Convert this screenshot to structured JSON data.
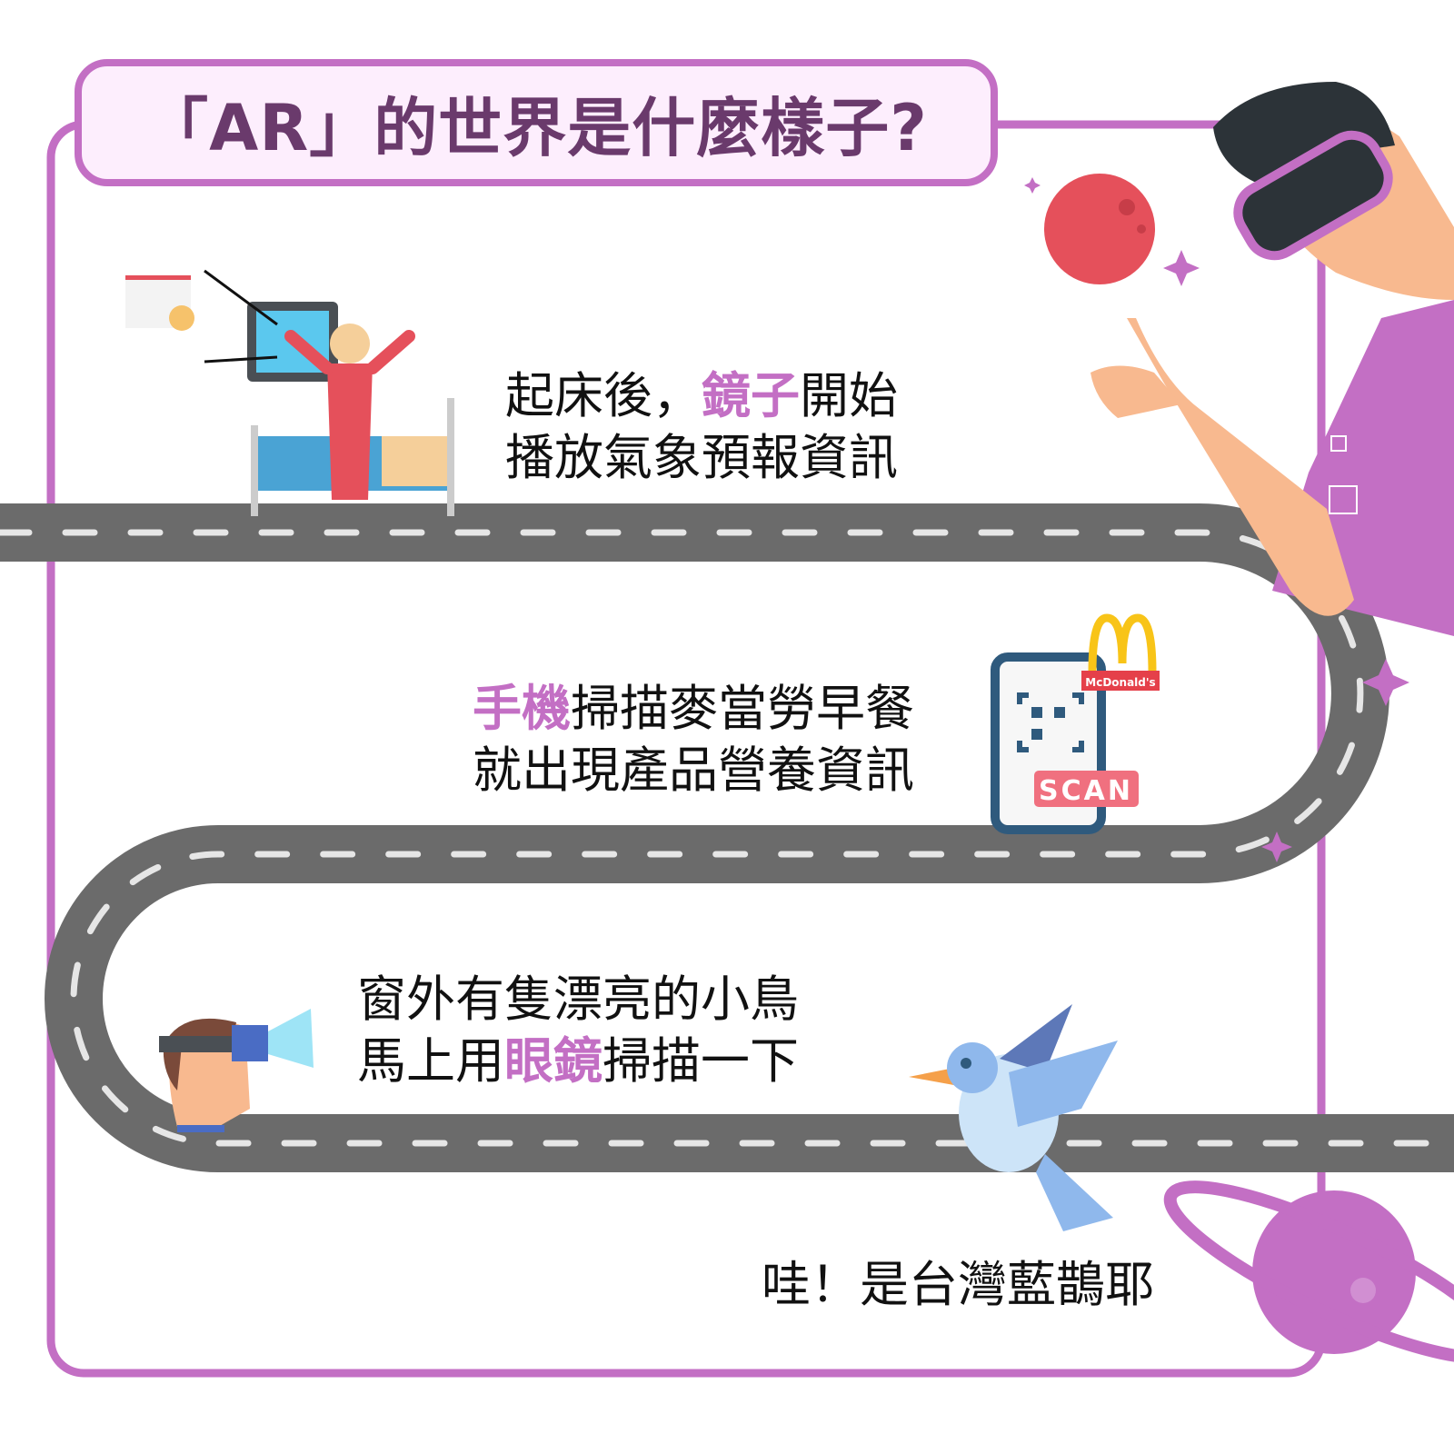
{
  "title": "「AR」的世界是什麼樣子?",
  "steps": [
    {
      "line1_pre": "起床後，",
      "line1_hl": "鏡子",
      "line1_post": "開始",
      "line2": "播放氣象預報資訊"
    },
    {
      "line1_hl": "手機",
      "line1_post": "掃描麥當勞早餐",
      "line2": "就出現產品營養資訊"
    },
    {
      "line1": "窗外有隻漂亮的小鳥",
      "line2_pre": "馬上用",
      "line2_hl": "眼鏡",
      "line2_post": "掃描一下"
    }
  ],
  "ending": "哇！是台灣藍鵲耶",
  "phone": {
    "scan_label": "SCAN",
    "brand": "McDonald's"
  },
  "colors": {
    "accent": "#c36fc4",
    "title_text": "#6a3a6c",
    "road": "#6b6b6b",
    "title_bg": "#fdeefd"
  }
}
